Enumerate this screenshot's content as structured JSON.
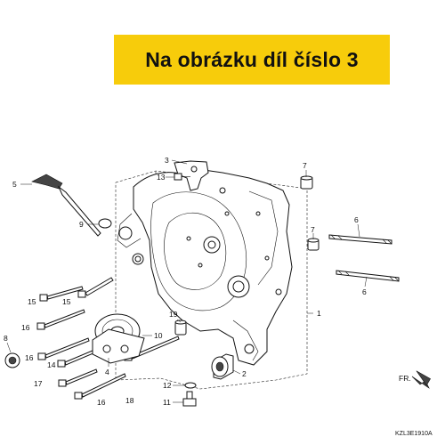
{
  "banner": {
    "text": "Na obrázku díl číslo 3",
    "color": "#f7cc0b"
  },
  "diagram": {
    "callouts": [
      "1",
      "2",
      "3",
      "4",
      "5",
      "6",
      "6",
      "7",
      "7",
      "8",
      "9",
      "10",
      "11",
      "12",
      "13",
      "14",
      "15",
      "15",
      "16",
      "16",
      "16",
      "17",
      "18",
      "19"
    ],
    "direction_label": "FR.",
    "drawing_code": "KZL3E1910A"
  }
}
